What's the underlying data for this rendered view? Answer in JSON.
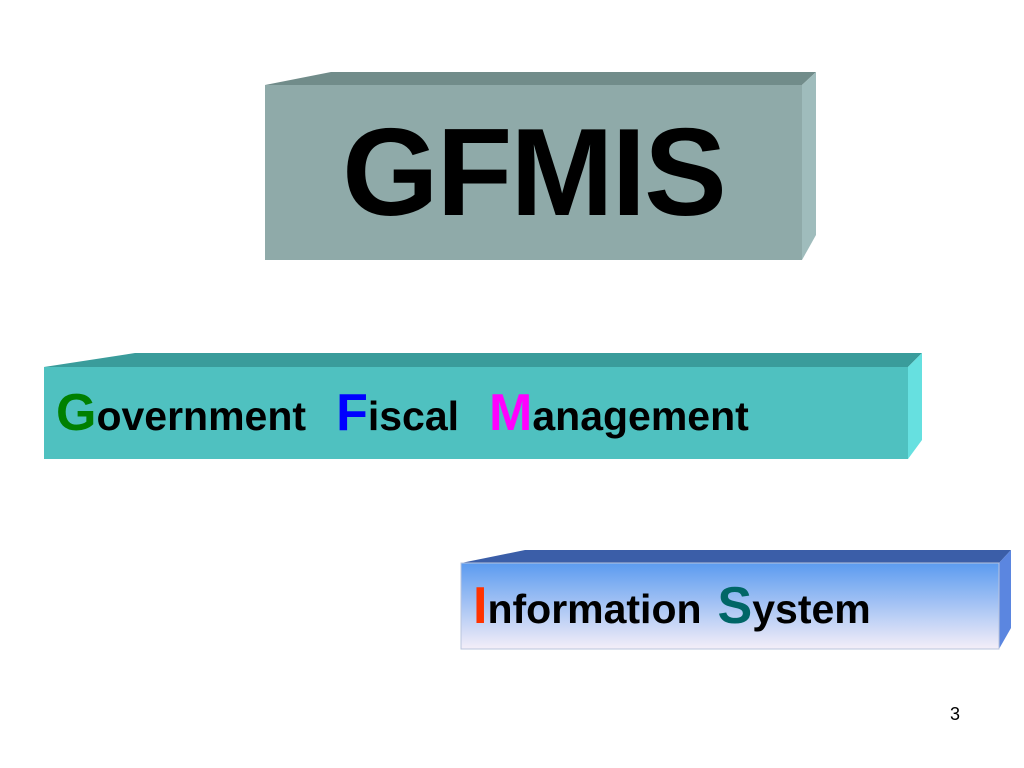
{
  "slide": {
    "title": "GFMIS",
    "line1": {
      "words": [
        {
          "initial": "G",
          "rest": "overnment",
          "initial_color": "#008000"
        },
        {
          "initial": "F",
          "rest": "iscal",
          "initial_color": "#0000ff"
        },
        {
          "initial": "M",
          "rest": "anagement",
          "initial_color": "#ff00ff"
        }
      ]
    },
    "line2": {
      "words": [
        {
          "initial": "I",
          "rest": "nformation",
          "initial_color": "#ff3300"
        },
        {
          "initial": "S",
          "rest": "ystem",
          "initial_color": "#006666"
        }
      ]
    },
    "page_number": "3"
  },
  "colors": {
    "title_box_front": "#8faaa9",
    "title_box_top": "#718c8a",
    "title_box_side": "#9fbcbc",
    "gfm_box_front": "#4fc1c0",
    "gfm_box_top": "#3a9c9b",
    "gfm_box_side": "#66e0e0",
    "is_box_top": "#3b5ea8",
    "is_box_side": "#5b86e0",
    "is_gradient_top": "#5b9bf0",
    "is_gradient_bottom": "#f4eef8"
  }
}
